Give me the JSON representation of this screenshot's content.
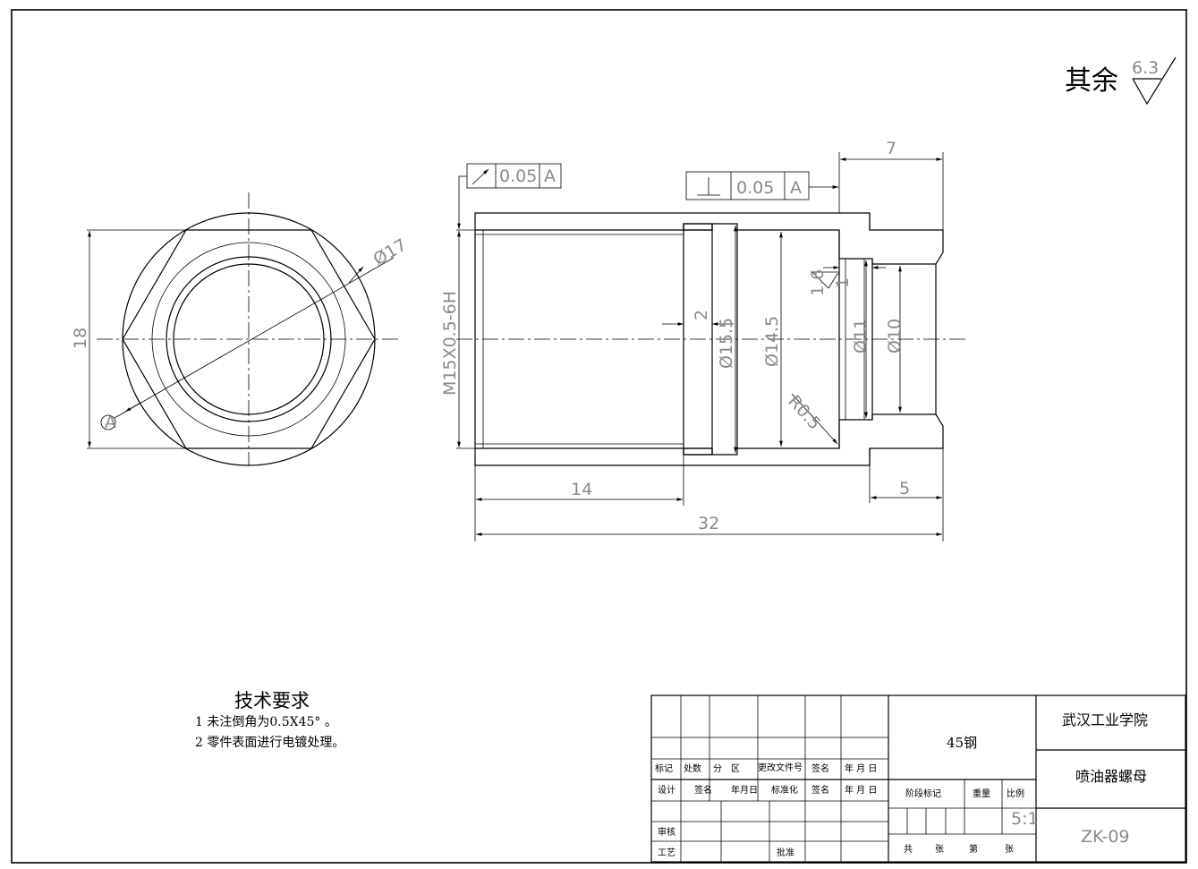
{
  "roughness": {
    "label": "其余",
    "value": "6.3",
    "bore_value": "1.6"
  },
  "dimensions": {
    "hex_width": "18",
    "circle_dia": "Ø17",
    "datum_ref": "A",
    "thread": "M15X0.5-6H",
    "groove_width": "2",
    "groove_dia": "Ø15.5",
    "bore_dia": "Ø14.5",
    "fillet": "R0.5",
    "step_width": "1",
    "small_bore": "Ø11",
    "hole_dia": "Ø10",
    "end_len": "7",
    "tail_len": "5",
    "thread_len": "14",
    "total_len": "32"
  },
  "tolerances": {
    "runout": {
      "value": "0.05",
      "datum": "A"
    },
    "perpendicularity": {
      "value": "0.05",
      "datum": "A"
    }
  },
  "notes": {
    "title": "技术要求",
    "items": [
      "1  未注倒角为0.5X45°  。",
      "2  零件表面进行电镀处理。"
    ]
  },
  "title_block": {
    "material": "45钢",
    "school": "武汉工业学院",
    "part_name": "喷油器螺母",
    "drawing_no": "ZK-09",
    "scale": "5:1",
    "row_labels": {
      "mark": "标记",
      "count": "处数",
      "zone": "分　区",
      "change_doc": "更改文件号",
      "sign": "签名",
      "date": "年 月 日",
      "design": "设计",
      "sign2": "签名",
      "date2": "年月日",
      "standard": "标准化",
      "sign3": "签名",
      "date3": "年 月 日",
      "review": "审核",
      "process": "工艺",
      "approve": "批准",
      "stage": "阶段标记",
      "weight": "重量",
      "ratio": "比例",
      "total": "共",
      "sheets": "张",
      "page": "第",
      "sheet": "张"
    }
  }
}
